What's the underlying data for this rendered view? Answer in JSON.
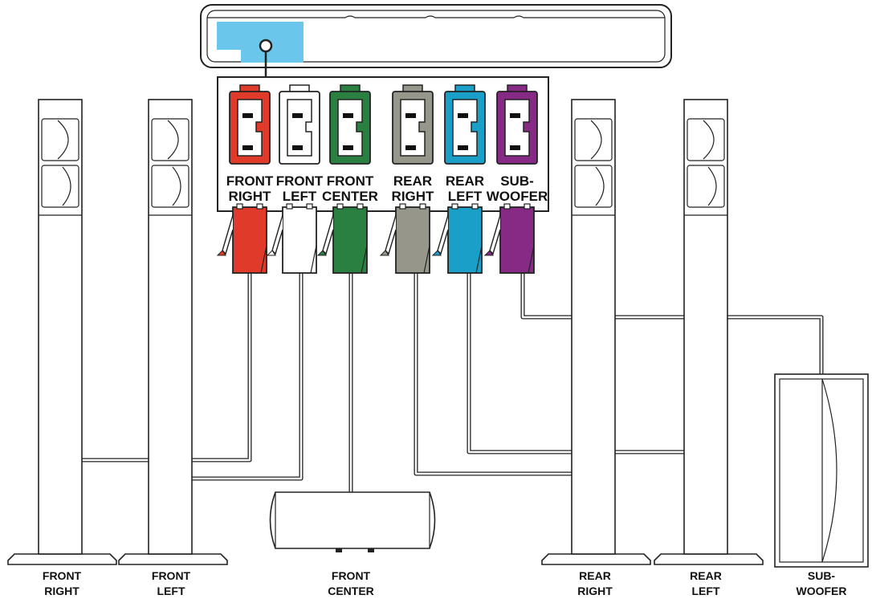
{
  "colors": {
    "front_right": "#e03a2b",
    "front_left": "#ffffff",
    "front_center": "#2a8040",
    "rear_right": "#96968a",
    "rear_left": "#1aa0c8",
    "subwoofer": "#862a86",
    "display": "#6ac6ea",
    "line": "#222222"
  },
  "ports": [
    {
      "id": "front-right",
      "line1": "FRONT",
      "line2": "RIGHT",
      "color": "#e03a2b"
    },
    {
      "id": "front-left",
      "line1": "FRONT",
      "line2": "LEFT",
      "color": "#ffffff"
    },
    {
      "id": "front-center",
      "line1": "FRONT",
      "line2": "CENTER",
      "color": "#2a8040"
    },
    {
      "id": "rear-right",
      "line1": "REAR",
      "line2": "RIGHT",
      "color": "#96968a"
    },
    {
      "id": "rear-left",
      "line1": "REAR",
      "line2": "LEFT",
      "color": "#1aa0c8"
    },
    {
      "id": "subwoofer",
      "line1": "SUB-",
      "line2": "WOOFER",
      "color": "#862a86"
    }
  ],
  "speakers": {
    "front_right": {
      "line1": "FRONT",
      "line2": "RIGHT"
    },
    "front_left": {
      "line1": "FRONT",
      "line2": "LEFT"
    },
    "front_center": {
      "line1": "FRONT",
      "line2": "CENTER"
    },
    "rear_right": {
      "line1": "REAR",
      "line2": "RIGHT"
    },
    "rear_left": {
      "line1": "REAR",
      "line2": "LEFT"
    },
    "subwoofer": {
      "line1": "SUB-",
      "line2": "WOOFER"
    }
  },
  "icons": {
    "main_unit": "main-unit-icon",
    "speaker_jack": "speaker-jack-icon",
    "plug": "plug-icon",
    "tower_speaker": "tower-speaker-icon",
    "center_speaker": "center-speaker-icon",
    "subwoofer": "subwoofer-icon"
  }
}
